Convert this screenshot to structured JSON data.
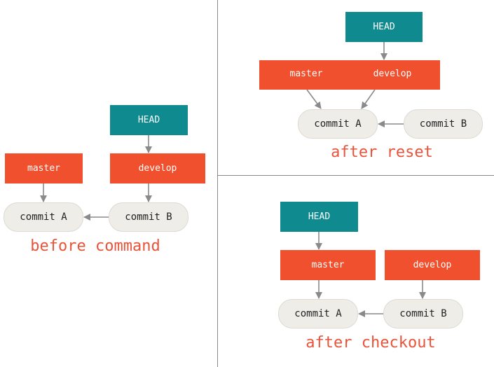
{
  "colors": {
    "head": "#0f8a8f",
    "branch": "#f0502d",
    "commit_fill": "#efede8",
    "caption": "#e8533a",
    "arrow": "#8a8a8a"
  },
  "before": {
    "head": "HEAD",
    "master": "master",
    "develop": "develop",
    "commit_a": "commit A",
    "commit_b": "commit B",
    "caption": "before command"
  },
  "reset": {
    "head": "HEAD",
    "master": "master",
    "develop": "develop",
    "commit_a": "commit A",
    "commit_b": "commit B",
    "caption": "after reset"
  },
  "checkout": {
    "head": "HEAD",
    "master": "master",
    "develop": "develop",
    "commit_a": "commit A",
    "commit_b": "commit B",
    "caption": "after checkout"
  }
}
